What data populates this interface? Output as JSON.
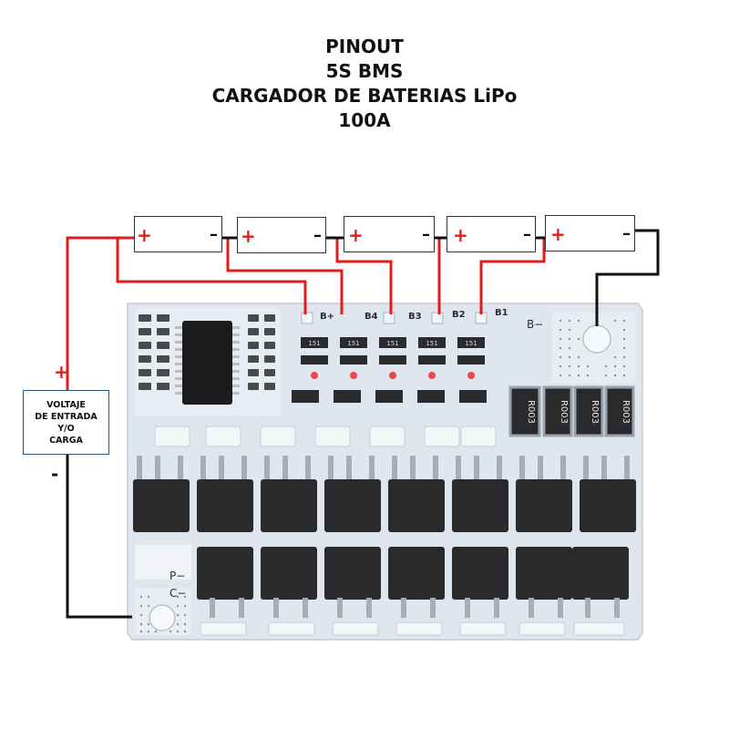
{
  "title": {
    "line1": "PINOUT",
    "line2": "5S BMS",
    "line3": "CARGADOR DE BATERIAS LiPo",
    "line4": "100A"
  },
  "batteries": [
    {
      "plus": "+",
      "minus": "–"
    },
    {
      "plus": "+",
      "minus": "–"
    },
    {
      "plus": "+",
      "minus": "–"
    },
    {
      "plus": "+",
      "minus": "–"
    },
    {
      "plus": "+",
      "minus": "–"
    }
  ],
  "power_box": {
    "line1": "VOLTAJE",
    "line2": "DE ENTRADA",
    "line3": "Y/O",
    "line4": "CARGA",
    "plus": "+",
    "minus": "-"
  },
  "board": {
    "pins": [
      "B+",
      "B4",
      "B3",
      "B2",
      "B1"
    ],
    "b_minus": "B−",
    "p_minus": "P−",
    "c_minus": "C−",
    "resistors": [
      "R003",
      "R003",
      "R003",
      "R003"
    ],
    "cell_chip_marking": "151"
  },
  "colors": {
    "wire_red": "#e41b1b",
    "wire_black": "#111111",
    "pcb": "#dfe6ee",
    "mosfet": "#2a2a2c",
    "pad": "#f3f4f6"
  }
}
